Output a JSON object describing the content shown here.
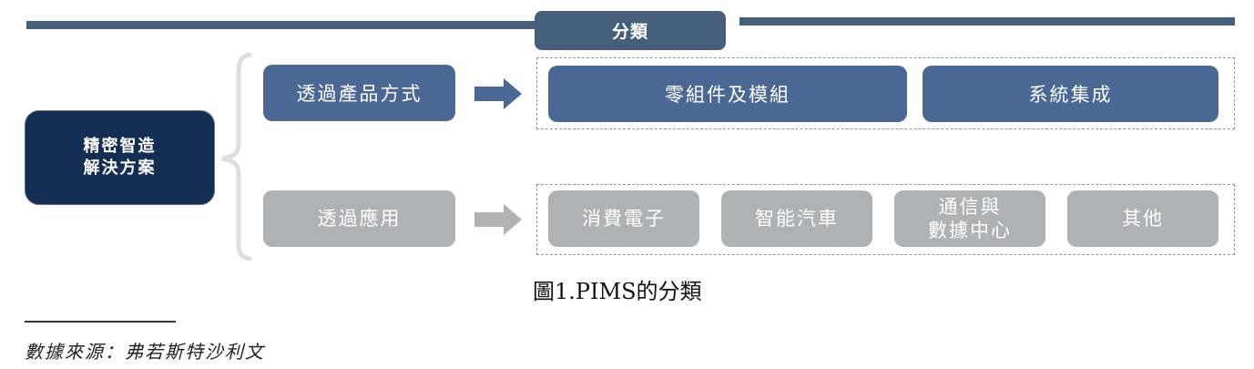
{
  "header": {
    "tag_label": "分類"
  },
  "root": {
    "line1": "精密智造",
    "line2": "解決方案"
  },
  "branches": [
    {
      "label": "透過產品方式",
      "color": "#4a6893",
      "categories": [
        {
          "label": "零組件及模組"
        },
        {
          "label": "系統集成"
        }
      ]
    },
    {
      "label": "透過應用",
      "color": "#b0b1b3",
      "categories": [
        {
          "label": "消費電子"
        },
        {
          "label": "智能汽車"
        },
        {
          "label_line1": "通信與",
          "label_line2": "數據中心"
        },
        {
          "label": "其他"
        }
      ]
    }
  ],
  "caption": "圖1.PIMS的分類",
  "source": "數據來源：弗若斯特沙利文",
  "colors": {
    "header_bar": "#455f7a",
    "root_fill": "#142d52",
    "product_fill": "#4a6893",
    "application_fill": "#b0b1b3",
    "brace": "#dcdedf"
  }
}
